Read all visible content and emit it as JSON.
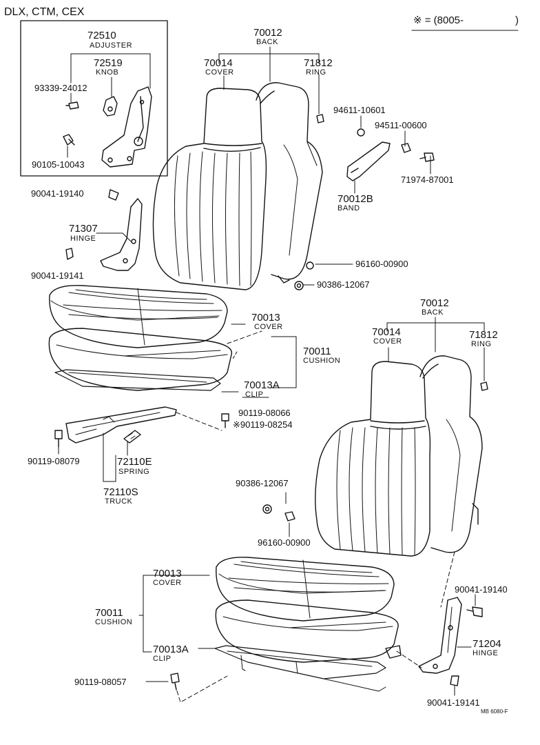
{
  "header": {
    "models": "DLX, CTM, CEX",
    "note_prefix": "※ = (8005-",
    "note_suffix": ")"
  },
  "inset": {
    "adjuster_no": "72510",
    "adjuster_name": "ADJUSTER",
    "knob_no": "72519",
    "knob_name": "KNOB",
    "screw_no": "93339-24012",
    "bolt_no": "90105-10043"
  },
  "upper_seat": {
    "back_no": "70012",
    "back_name": "BACK",
    "cover_no": "70014",
    "cover_name": "COVER",
    "ring_no": "71812",
    "ring_name": "RING",
    "washer_no": "94611-10601",
    "nut_no": "94511-00600",
    "band_no": "70012B",
    "band_name": "BAND",
    "clip_bolt_no": "71974-87001",
    "bolt_top_no": "90041-19140",
    "hinge_no": "71307",
    "hinge_name": "HINGE",
    "bolt_bottom_no": "90041-19141",
    "nut_right_no": "96160-00900",
    "cap_right_no": "90386-12067",
    "cushion_cover_no": "70013",
    "cushion_cover_name": "COVER",
    "cushion_no": "70011",
    "cushion_name": "CUSHION",
    "clip_no": "70013A",
    "clip_name": "CLIP",
    "bolt_a_no": "90119-08066",
    "bolt_b_no": "※90119-08254",
    "bolt_left_no": "90119-08079",
    "spring_no": "72110E",
    "spring_name": "SPRING",
    "truck_no": "72110S",
    "truck_name": "TRUCK"
  },
  "lower_seat": {
    "back_no": "70012",
    "back_name": "BACK",
    "cover_no": "70014",
    "cover_name": "COVER",
    "ring_no": "71812",
    "ring_name": "RING",
    "cap_no": "90386-12067",
    "nut_no": "96160-00900",
    "cushion_cover_no": "70013",
    "cushion_cover_name": "COVER",
    "cushion_no": "70011",
    "cushion_name": "CUSHION",
    "clip_no": "70013A",
    "clip_name": "CLIP",
    "bolt_no": "90119-08057",
    "bolt_top_no": "90041-19140",
    "hinge_no": "71204",
    "hinge_name": "HINGE",
    "bolt_bottom_no": "90041-19141"
  },
  "footer": {
    "code": "MB 6080-F"
  }
}
